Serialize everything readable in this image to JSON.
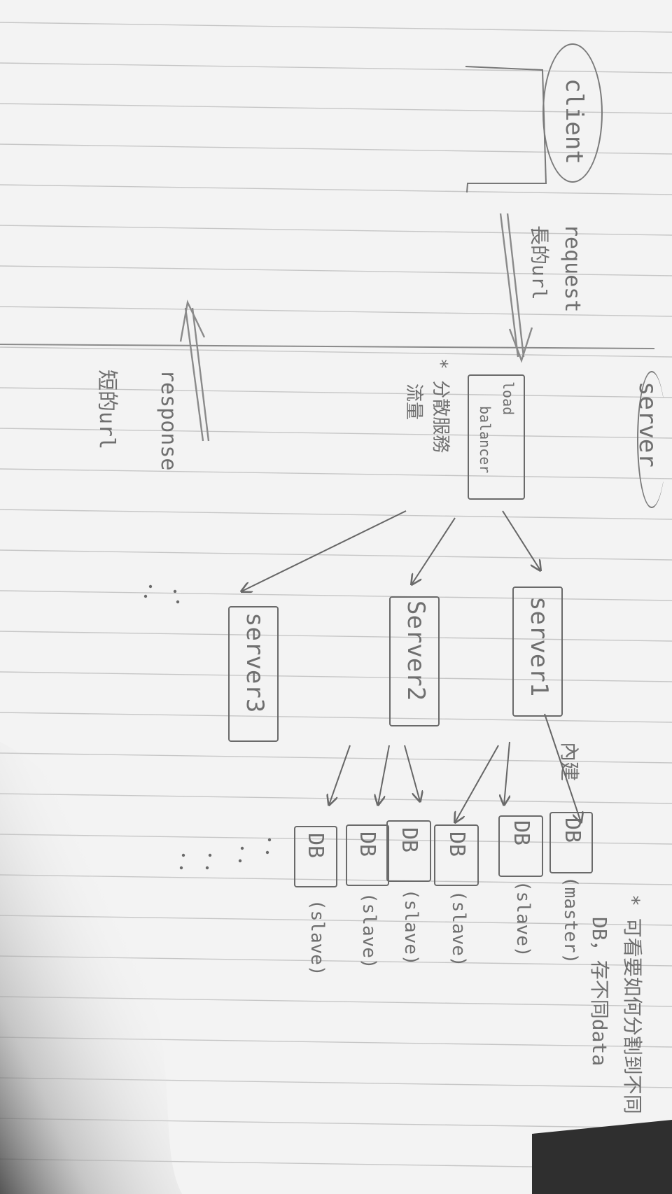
{
  "client": {
    "label": "client"
  },
  "request": {
    "label": "request",
    "note": "長的url"
  },
  "server_section": {
    "label": "server"
  },
  "load_balancer": {
    "line1": "load",
    "line2": "balancer",
    "note_line1": "* 分散服務",
    "note_line2": "流量"
  },
  "response": {
    "label": "response",
    "note": "短的url"
  },
  "servers": [
    {
      "label": "server1"
    },
    {
      "label": "Server2"
    },
    {
      "label": "server3"
    }
  ],
  "master_link": "內建",
  "databases": [
    {
      "label": "DB",
      "role": "(master)"
    },
    {
      "label": "DB",
      "role": "(slave)"
    },
    {
      "label": "DB",
      "role": "(slave)"
    },
    {
      "label": "DB",
      "role": "(slave)"
    },
    {
      "label": "DB",
      "role": "(slave)"
    },
    {
      "label": "DB",
      "role": "(slave)"
    }
  ],
  "db_note": {
    "line1": "* 可看要如何分割到不同",
    "line2": "DB，存不同data"
  },
  "colors": {
    "paper": "#f4f4f4",
    "rule": "#c4c4c4",
    "pencil": "#6a6a6a",
    "shadow": "#404040"
  }
}
